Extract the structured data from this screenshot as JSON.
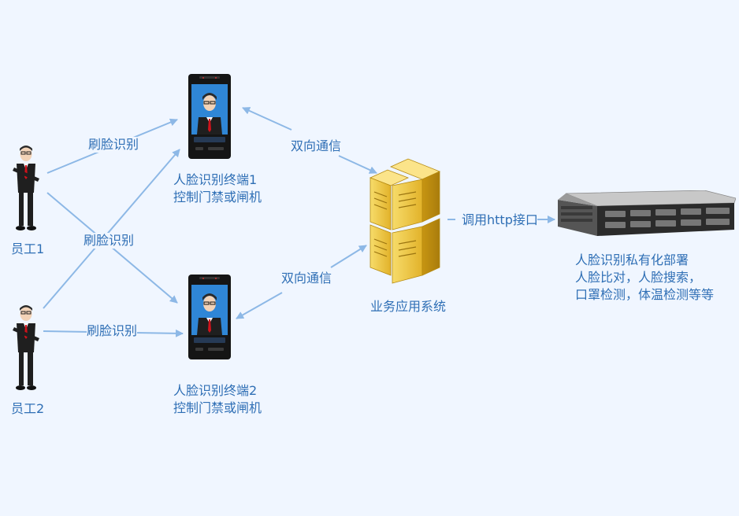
{
  "people": [
    {
      "label": "员工1"
    },
    {
      "label": "员工2"
    }
  ],
  "edges": {
    "face_scan_1": "刷脸识别",
    "face_scan_mid": "刷脸识别",
    "face_scan_2": "刷脸识别",
    "two_way_1": "双向通信",
    "two_way_2": "双向通信",
    "http_call": "调用http接口"
  },
  "terminals": [
    {
      "line1": "人脸识别终端1",
      "line2": "控制门禁或闸机"
    },
    {
      "line1": "人脸识别终端2",
      "line2": "控制门禁或闸机"
    }
  ],
  "business_system": {
    "label": "业务应用系统"
  },
  "private_server": {
    "lines": [
      "人脸识别私有化部署",
      "人脸比对，人脸搜索，",
      "口罩检测，体温检测等等"
    ]
  },
  "colors": {
    "background": "#f0f6ff",
    "text": "#2f6fb5",
    "arrow": "#8db8e6",
    "server_gold": "#f2c836"
  }
}
